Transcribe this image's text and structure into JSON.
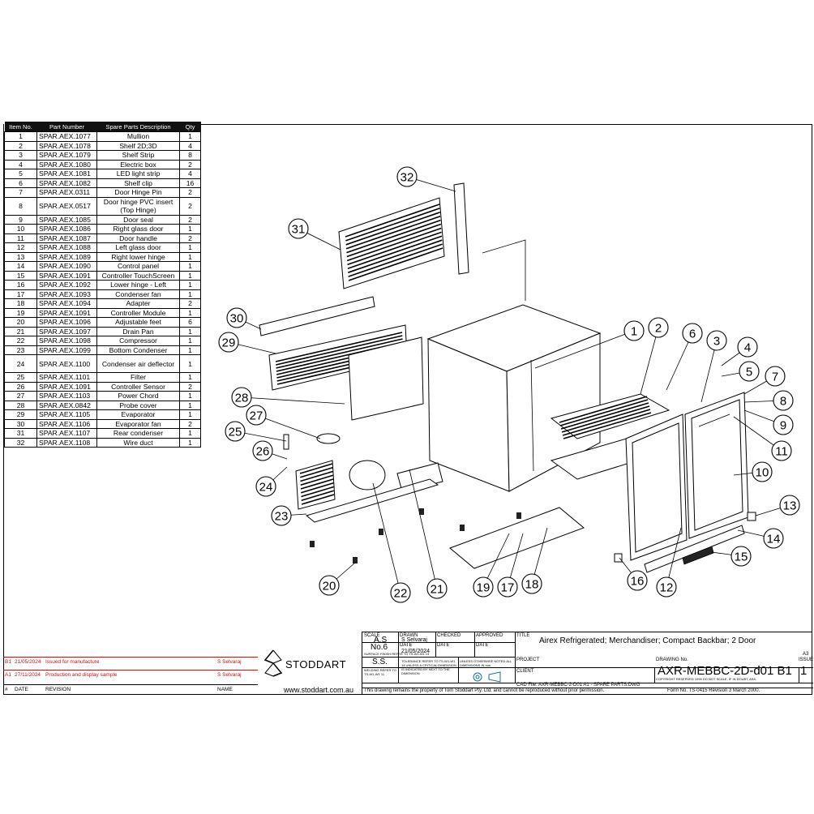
{
  "parts_table": {
    "headers": [
      "Item No.",
      "Part Number",
      "Spare Parts Description",
      "Qty"
    ],
    "rows": [
      {
        "item": "1",
        "part": "SPAR.AEX.1077",
        "desc": "Mullion",
        "qty": "1"
      },
      {
        "item": "2",
        "part": "SPAR.AEX.1078",
        "desc": "Shelf 2D;3D",
        "qty": "4"
      },
      {
        "item": "3",
        "part": "SPAR.AEX.1079",
        "desc": "Shelf Strip",
        "qty": "8"
      },
      {
        "item": "4",
        "part": "SPAR.AEX.1080",
        "desc": "Electric box",
        "qty": "2"
      },
      {
        "item": "5",
        "part": "SPAR.AEX.1081",
        "desc": "LED light strip",
        "qty": "4"
      },
      {
        "item": "6",
        "part": "SPAR.AEX.1082",
        "desc": "Shelf clip",
        "qty": "16"
      },
      {
        "item": "7",
        "part": "SPAR.AEX.0311",
        "desc": "Door Hinge Pin",
        "qty": "2"
      },
      {
        "item": "8",
        "part": "SPAR.AEX.0517",
        "desc": "Door hinge PVC insert (Top Hinge)",
        "qty": "2"
      },
      {
        "item": "9",
        "part": "SPAR.AEX.1085",
        "desc": "Door seal",
        "qty": "2"
      },
      {
        "item": "10",
        "part": "SPAR.AEX.1086",
        "desc": "Right glass door",
        "qty": "1"
      },
      {
        "item": "11",
        "part": "SPAR.AEX.1087",
        "desc": "Door handle",
        "qty": "2"
      },
      {
        "item": "12",
        "part": "SPAR.AEX.1088",
        "desc": "Left glass door",
        "qty": "1"
      },
      {
        "item": "13",
        "part": "SPAR.AEX.1089",
        "desc": "Right lower hinge",
        "qty": "1"
      },
      {
        "item": "14",
        "part": "SPAR.AEX.1090",
        "desc": "Control panel",
        "qty": "1"
      },
      {
        "item": "15",
        "part": "SPAR.AEX.1091",
        "desc": "Controller TouchScreen",
        "qty": "1"
      },
      {
        "item": "16",
        "part": "SPAR.AEX.1092",
        "desc": "Lower hinge - Left",
        "qty": "1"
      },
      {
        "item": "17",
        "part": "SPAR.AEX.1093",
        "desc": "Condenser fan",
        "qty": "1"
      },
      {
        "item": "18",
        "part": "SPAR.AEX.1094",
        "desc": "Adapter",
        "qty": "2"
      },
      {
        "item": "19",
        "part": "SPAR.AEX.1091",
        "desc": "Controller Module",
        "qty": "1"
      },
      {
        "item": "20",
        "part": "SPAR.AEX.1096",
        "desc": "Adjustable feet",
        "qty": "6"
      },
      {
        "item": "21",
        "part": "SPAR.AEX.1097",
        "desc": "Drain Pan",
        "qty": "1"
      },
      {
        "item": "22",
        "part": "SPAR.AEX.1098",
        "desc": "Compressor",
        "qty": "1"
      },
      {
        "item": "23",
        "part": "SPAR.AEX.1099",
        "desc": "Bottom Condenser",
        "qty": "1"
      },
      {
        "item": "24",
        "part": "SPAR.AEX.1100",
        "desc": "Condenser air deflector",
        "qty": "1"
      },
      {
        "item": "25",
        "part": "SPAR.AEX.1101",
        "desc": "Filter",
        "qty": "1"
      },
      {
        "item": "26",
        "part": "SPAR.AEX.1091",
        "desc": "Controller Sensor",
        "qty": "2"
      },
      {
        "item": "27",
        "part": "SPAR.AEX.1103",
        "desc": "Power Chord",
        "qty": "1"
      },
      {
        "item": "28",
        "part": "SPAR.AEX.0842",
        "desc": "Probe cover",
        "qty": "1"
      },
      {
        "item": "29",
        "part": "SPAR.AEX.1105",
        "desc": "Evaporator",
        "qty": "1"
      },
      {
        "item": "30",
        "part": "SPAR.AEX.1106",
        "desc": "Evaporator fan",
        "qty": "2"
      },
      {
        "item": "31",
        "part": "SPAR.AEX.1107",
        "desc": "Rear condenser",
        "qty": "1"
      },
      {
        "item": "32",
        "part": "SPAR.AEX.1108",
        "desc": "Wire duct",
        "qty": "1"
      }
    ]
  },
  "callouts": [
    "1",
    "2",
    "3",
    "4",
    "5",
    "6",
    "7",
    "8",
    "9",
    "10",
    "11",
    "12",
    "13",
    "14",
    "15",
    "16",
    "17",
    "18",
    "19",
    "20",
    "21",
    "22",
    "23",
    "24",
    "25",
    "26",
    "27",
    "28",
    "29",
    "30",
    "31",
    "32"
  ],
  "revisions": [
    {
      "rev": "B1",
      "date": "21/05/2024",
      "text": "Issued for manufacture",
      "name": "S Selvaraj"
    },
    {
      "rev": "A1",
      "date": "27/11/2024",
      "text": "Production and display sample",
      "name": "S Selvaraj"
    }
  ],
  "revision_header": {
    "rev": "#",
    "date": "DATE",
    "text": "REVISION",
    "name": "NAME"
  },
  "logo": {
    "brand": "STODDART",
    "website": "www.stoddart.com.au"
  },
  "title_block": {
    "scale_label": "SCALE",
    "scale_value": "A.S",
    "drawn_label": "DRAWN",
    "drawn_value": "S Selvaraj",
    "checked_label": "CHECKED",
    "approved_label": "APPROVED",
    "title_label": "TITLE",
    "title": "Airex Refrigerated; Merchandiser; Compact Backbar; 2 Door",
    "finish_value": "No.6",
    "finish_label": "SURFACE FINISH REFER TO TS-W1-M1 13",
    "date_label": "DATE",
    "date_value": "21/05/2024",
    "weld_value": "S.S.",
    "weld_label": "WELDING REFER TO TS-W1-W1 11",
    "tolerance_note": "TOLERANCE REFER TO TS-W1-W1 14 UNLESS A CRITICAL DIMENSION IS INDICATED BY NEXT TO THE DIMENSION",
    "units_note": "UNLESS OTHERWISE NOTED ALL DIMENSIONS IN mm",
    "project_label": "PROJECT",
    "client_label": "CLIENT",
    "drawing_no_label": "DRAWING No.",
    "issue_label": "ISSUE",
    "drawing_no": "AXR-MEBBC-2D-d01 B1",
    "issue": "1",
    "sheet_size": "A3",
    "copyright": "COPYRIGHT RESERVED 1999 DO NOT SCALE. IF IN DOUBT, ASK.",
    "cad_file": "CAD File: AXR-MEBBC-2-D01 A1 - SPARE PARTS.DWG",
    "property_note": "This drawing remains the property of Tom Stoddart Pty. Ltd. and cannot be reproduced without prior permission.",
    "form_no": "Form No. TS-0415 Revision 3 March 2000."
  }
}
